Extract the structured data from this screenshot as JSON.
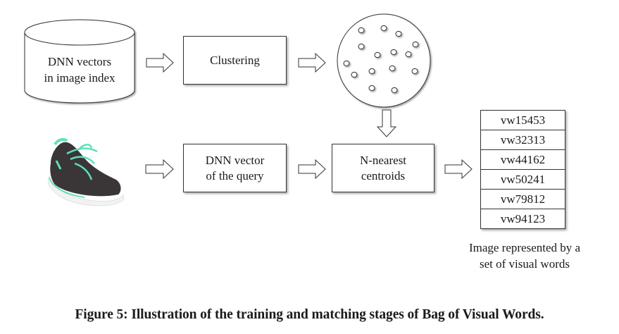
{
  "nodes": {
    "database": {
      "line1": "DNN vectors",
      "line2": "in image index"
    },
    "clustering": {
      "label": "Clustering"
    },
    "query_vector": {
      "line1": "DNN vector",
      "line2": "of the query"
    },
    "nearest": {
      "line1": "N-nearest",
      "line2": "centroids"
    }
  },
  "visual_words": [
    "vw15453",
    "vw32313",
    "vw44162",
    "vw50241",
    "vw79812",
    "vw94123"
  ],
  "note": {
    "line1": "Image represented by a",
    "line2": "set of visual words"
  },
  "caption": "Figure 5: Illustration of the training and matching stages of Bag of Visual Words.",
  "colors": {
    "shoe_body": "#3a3638",
    "shoe_accent": "#5fe0bd",
    "shoe_sole": "#f2f2f2"
  }
}
